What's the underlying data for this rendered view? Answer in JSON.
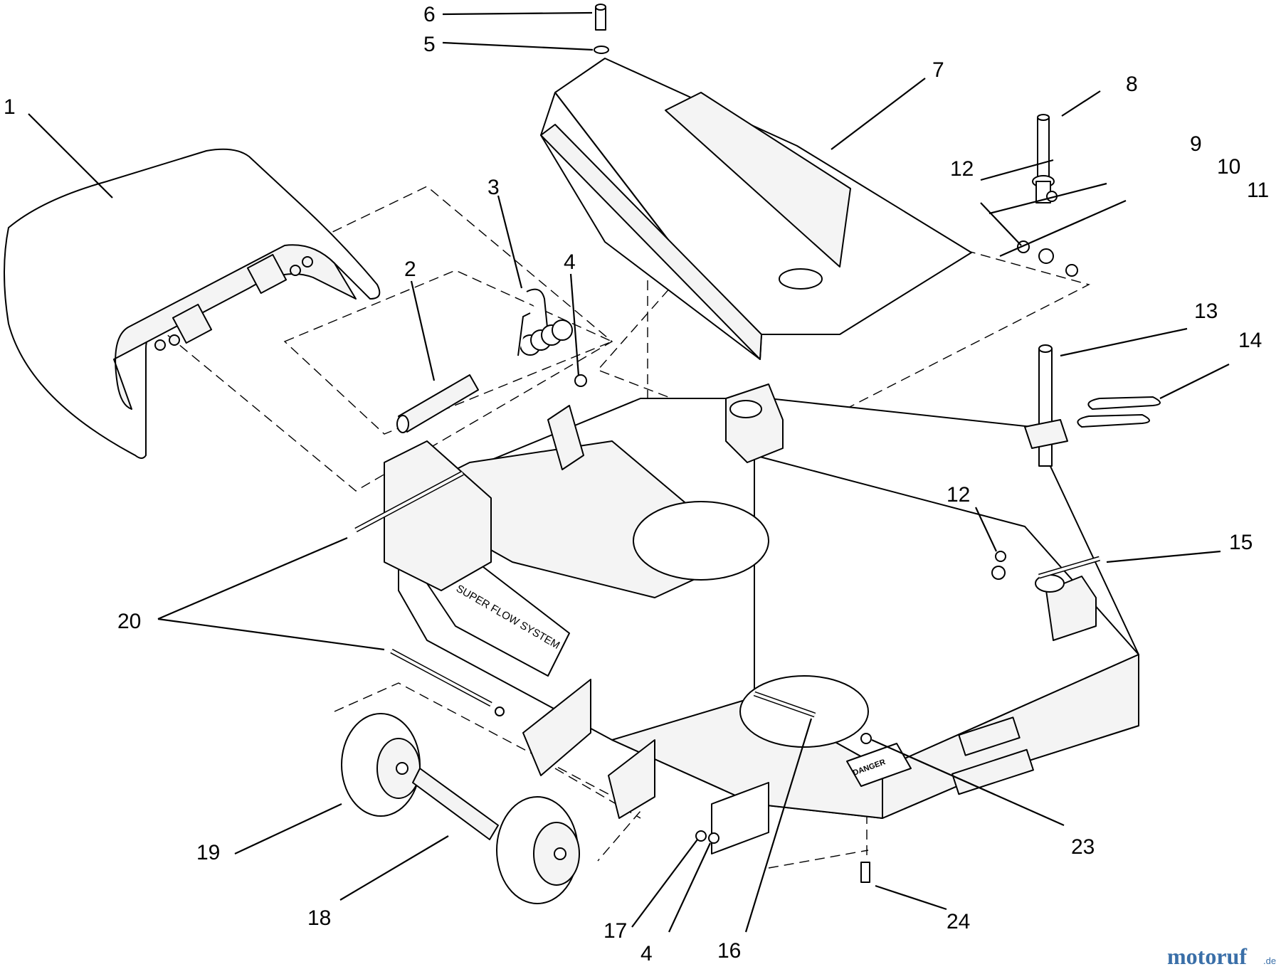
{
  "diagram": {
    "callouts": [
      "1",
      "2",
      "3",
      "4",
      "5",
      "6",
      "7",
      "8",
      "9",
      "10",
      "11",
      "12",
      "12",
      "13",
      "14",
      "15",
      "16",
      "17",
      "4",
      "18",
      "19",
      "20",
      "23",
      "24"
    ],
    "decals": {
      "super_flow": "SUPER FLOW SYSTEM",
      "danger": "DANGER"
    },
    "watermark": {
      "brand": "motoruf",
      "tld": ".de"
    }
  }
}
